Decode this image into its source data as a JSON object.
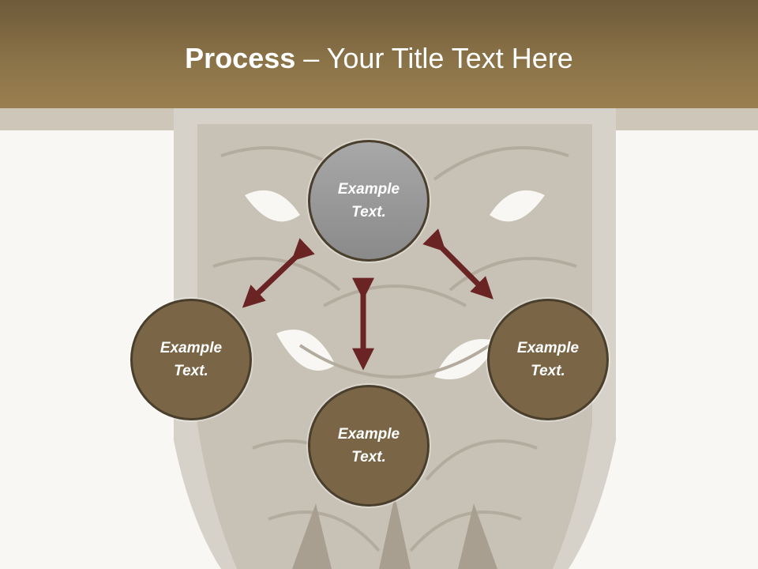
{
  "title": {
    "bold": "Process",
    "rest": " – Your Title Text Here"
  },
  "nodes": {
    "top": "Example Text.",
    "left": "Example Text.",
    "right": "Example Text.",
    "bottom": "Example Text."
  },
  "colors": {
    "header": "#8a7248",
    "node_gray": "#999999",
    "node_brown": "#7a6646",
    "arrow": "#6b2424"
  }
}
